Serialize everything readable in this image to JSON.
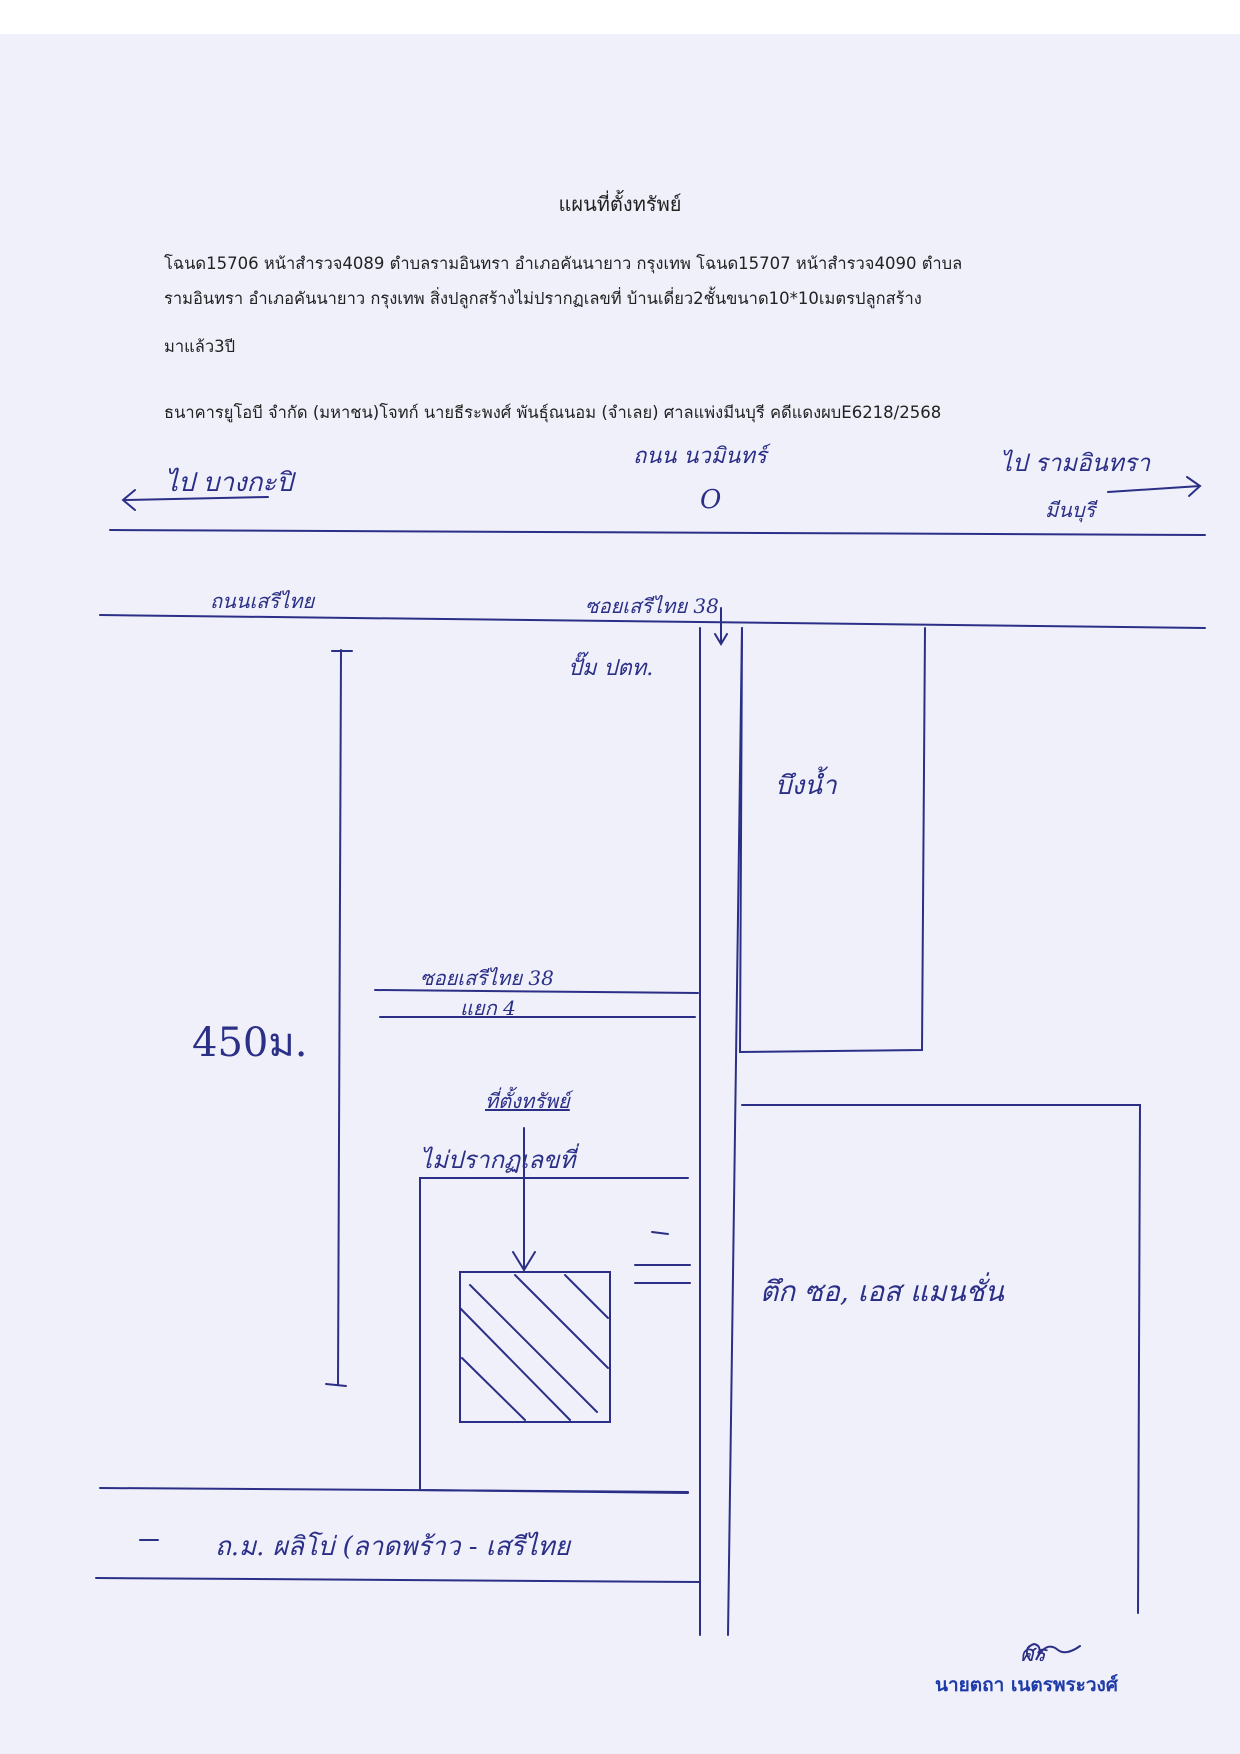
{
  "document": {
    "title": "แผนที่ตั้งทรัพย์",
    "description_lines": [
      "โฉนด15706  หน้าสำรวจ4089 ตำบลรามอินทรา อำเภอคันนายาว กรุงเทพ โฉนด15707  หน้าสำรวจ4090 ตำบล",
      "รามอินทรา อำเภอคันนายาว กรุงเทพ  สิ่งปลูกสร้างไม่ปรากฏเลขที่ บ้านเดี่ยว2ชั้นขนาด10*10เมตรปลูกสร้าง",
      "มาแล้ว3ปี",
      "ธนาคารยูโอบี จำกัด (มหาชน)โจทก์ นายธีระพงศ์  พันธุ์ณนอม (จำเลย) ศาลแพ่งมีนบุรี คดีแดงผบE6218/2568"
    ]
  },
  "map": {
    "labels": {
      "to_left": "ไป บางกะปิ",
      "main_road_name": "ถนน นวมินทร์",
      "u_turn": "O",
      "to_right_line1": "ไป รามอินทรา",
      "to_right_line2": "มีนบุรี",
      "road_seri_thai": "ถนนเสรีไทย",
      "soi_entrance": "ซอยเสรีไทย 38",
      "gas_station": "ปั๊ม ปตท.",
      "water_tower": "บึงน้ำ",
      "soi_branch_line1": "ซอยเสรีไทย 38",
      "soi_branch_line2": "แยก 4",
      "distance": "450ม.",
      "property_location": "ที่ตั้งทรัพย์",
      "no_house_number": "ไม่ปรากฏเลขที่",
      "building": "ตึก ซอ, เอส แมนชั่น",
      "bottom_road": "ถ.ม. ผลิโบ่ (ลาดพร้าว - เสรีไทย"
    }
  },
  "signature": {
    "mark": "ศร",
    "name": "นายตถา เนตรพระวงศ์"
  },
  "colors": {
    "paper": "#f0f0fb",
    "ink": "#2b2f86",
    "typed_text": "#222222",
    "signer_name": "#1f3ba8"
  }
}
